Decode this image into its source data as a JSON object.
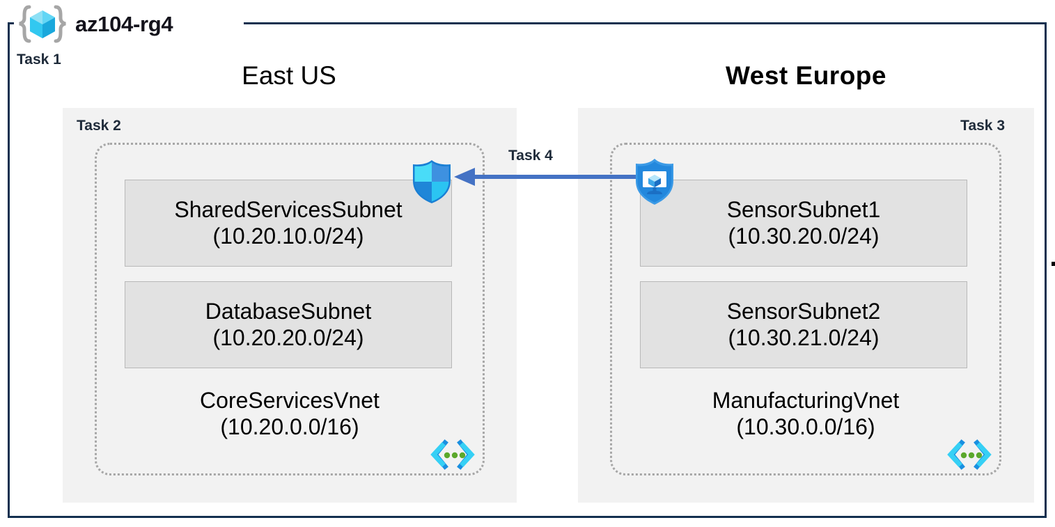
{
  "resource_group": {
    "name": "az104-rg4",
    "icon": "resource-group-icon",
    "task_label": "Task 1"
  },
  "regions": [
    {
      "id": "east-us",
      "title": "East US",
      "task_label": "Task 2",
      "vnet": {
        "name": "CoreServicesVnet",
        "cidr": "(10.20.0.0/16)",
        "icon": "virtual-network-icon",
        "subnets": [
          {
            "name": "SharedServicesSubnet",
            "cidr": "(10.20.10.0/24)"
          },
          {
            "name": "DatabaseSubnet",
            "cidr": "(10.20.20.0/24)"
          }
        ]
      }
    },
    {
      "id": "west-europe",
      "title": "West Europe",
      "task_label": "Task 3",
      "vnet": {
        "name": "ManufacturingVnet",
        "cidr": "(10.30.0.0/16)",
        "icon": "virtual-network-icon",
        "subnets": [
          {
            "name": "SensorSubnet1",
            "cidr": "(10.30.20.0/24)"
          },
          {
            "name": "SensorSubnet2",
            "cidr": "(10.30.21.0/24)"
          }
        ]
      }
    }
  ],
  "connection": {
    "task_label": "Task 4",
    "direction": "right-to-left",
    "source_icon": "bastion-shield-icon",
    "target_icon": "network-security-group-shield-icon"
  },
  "colors": {
    "frame_border": "#13304f",
    "region_background": "#f2f2f2",
    "subnet_background": "#e2e2e2",
    "subnet_border": "#b8b8b8",
    "vnet_border": "#a6a6a6",
    "arrow": "#4472c4",
    "task_text": "#1f2b3a",
    "azure_cyan": "#32c8f0",
    "azure_blue": "#3a8ddb"
  }
}
